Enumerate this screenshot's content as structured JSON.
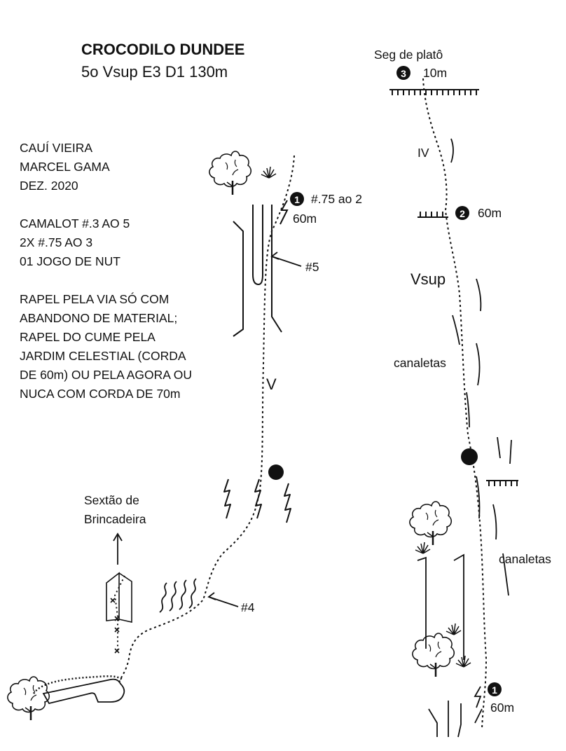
{
  "route": {
    "name": "CROCODILO DUNDEE",
    "grade": "5o Vsup E3 D1 130m"
  },
  "info": {
    "authors": [
      "CAUÍ VIEIRA",
      "MARCEL GAMA",
      "DEZ. 2020"
    ],
    "gear": [
      "CAMALOT #.3 AO 5",
      "2X #.75 AO 3",
      "01 JOGO DE NUT"
    ],
    "notes": [
      "RAPEL PELA VIA SÓ COM",
      "ABANDONO DE MATERIAL;",
      "RAPEL DO CUME PELA",
      "JARDIM CELESTIAL (CORDA",
      "DE 60m) OU PELA AGORA OU",
      "NUCA COM CORDA DE 70m"
    ]
  },
  "left_topo": {
    "belay1_num": "1",
    "belay1_gear": "#.75 ao 2",
    "belay1_length": "60m",
    "gear_5": "#5",
    "grade_v": "V",
    "gear_4": "#4",
    "neighbor_route": [
      "Sextão de",
      "Brincadeira"
    ]
  },
  "right_topo": {
    "belay3_top_label": "Seg de platô",
    "belay3_num": "3",
    "belay3_length": "10m",
    "grade_iv": "IV",
    "belay2_num": "2",
    "belay2_length": "60m",
    "grade_vsup": "Vsup",
    "canaletas_1": "canaletas",
    "canaletas_2": "canaletas",
    "belay1_num": "1",
    "belay1_length": "60m"
  },
  "icons": [
    "tree-icon",
    "grass-icon",
    "belay-marker-icon",
    "arrow-icon",
    "crack-icon",
    "ledge-icon"
  ]
}
